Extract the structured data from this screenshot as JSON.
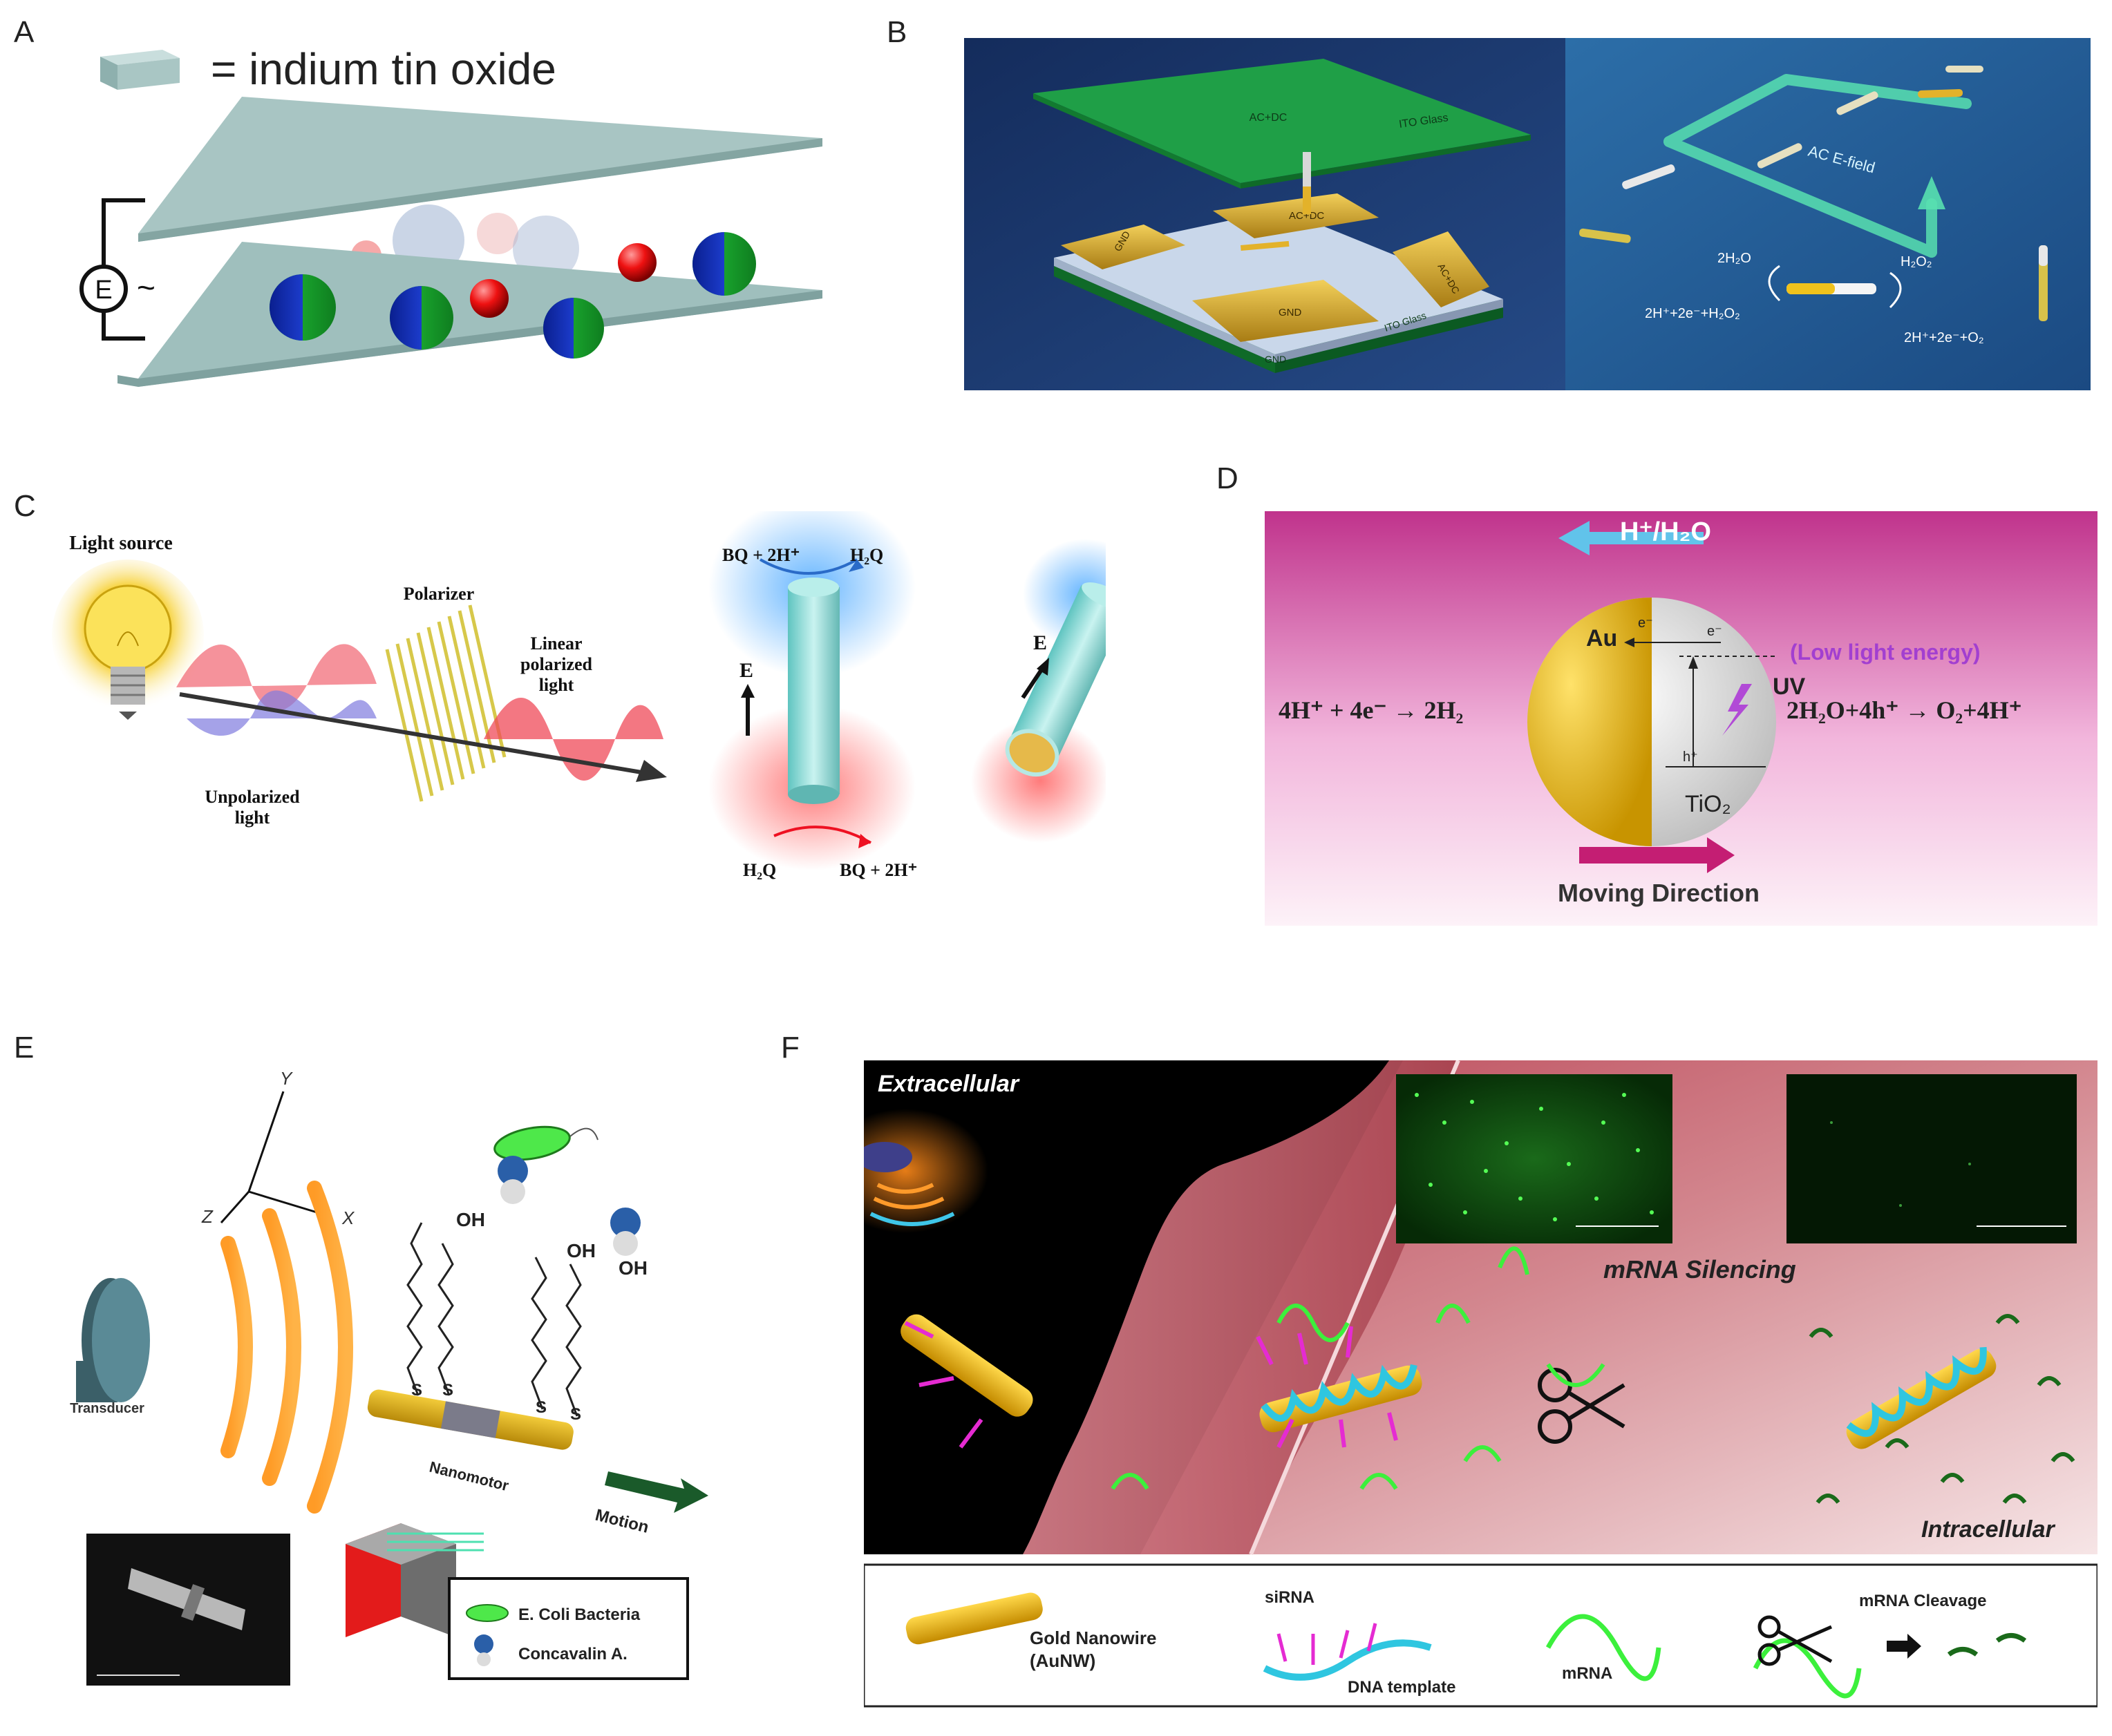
{
  "panels": {
    "a": {
      "letter": "A",
      "legend_text": "= indium tin oxide",
      "source_symbol": "E",
      "ac_symbol": "~"
    },
    "b": {
      "letter": "B",
      "top_glass_label": "AC+DC",
      "ito_top": "ITO Glass",
      "center_electrode": "AC+DC",
      "gnd_left": "GND",
      "gnd_right": "AC+DC",
      "gnd_front": "GND",
      "ito_bottom": "ITO Glass",
      "gnd_bottom": "GND",
      "field_label": "AC E-field",
      "left_reactant": "2H₂O",
      "left_product": "2H⁺+2e⁻+H₂O₂",
      "right_reactant": "H₂O₂",
      "right_product": "2H⁺+2e⁻+O₂"
    },
    "c": {
      "letter": "C",
      "light_source": "Light source",
      "polarizer": "Polarizer",
      "linear_line1": "Linear",
      "linear_line2": "polarized",
      "linear_line3": "light",
      "unpolarized_line1": "Unpolarized",
      "unpolarized_line2": "light",
      "top_reaction": "BQ + 2H⁺",
      "top_product": "H₂Q",
      "bottom_reactant": "H₂Q",
      "bottom_product": "BQ + 2H⁺",
      "field_e1": "E",
      "field_e2": "E"
    },
    "d": {
      "letter": "D",
      "flow_label": "H⁺/H₂O",
      "au_label": "Au",
      "uv_label": "UV",
      "low_light": "(Low light energy)",
      "left_eq": "4H⁺ + 4e⁻ → 2H₂",
      "right_eq": "2H₂O+4h⁺ → O₂+4H⁺",
      "tio2": "TiO₂",
      "electron1": "e⁻",
      "electron2": "e⁻",
      "hole": "h⁺",
      "moving_direction": "Moving Direction"
    },
    "e": {
      "letter": "E",
      "axis_y": "Y",
      "axis_z": "Z",
      "axis_x": "X",
      "transducer": "Transducer",
      "nanomotor": "Nanomotor",
      "motion": "Motion",
      "oh1": "OH",
      "oh2": "OH",
      "oh3": "OH",
      "s1": "S",
      "s2": "S",
      "s3": "S",
      "s4": "S",
      "legend_ecoli": "E. Coli Bacteria",
      "legend_conca": "Concavalin A."
    },
    "f": {
      "letter": "F",
      "extracellular": "Extracellular",
      "intracellular": "Intracellular",
      "mrna_silencing": "mRNA Silencing",
      "legend_gold_line1": "Gold Nanowire",
      "legend_gold_line2": "(AuNW)",
      "legend_sirna": "siRNA",
      "legend_dna": "DNA template",
      "legend_mrna": "mRNA",
      "legend_cleavage": "mRNA Cleavage"
    }
  },
  "colors": {
    "ito": "#9fbfbd",
    "panel_b_bg": "#1d3a6b",
    "panel_d_top": "#c2348f",
    "gold": "#e6b01f",
    "mrna_green": "#3cf03c",
    "sirna_magenta": "#e52bd2",
    "dna_cyan": "#2fc6e0"
  }
}
